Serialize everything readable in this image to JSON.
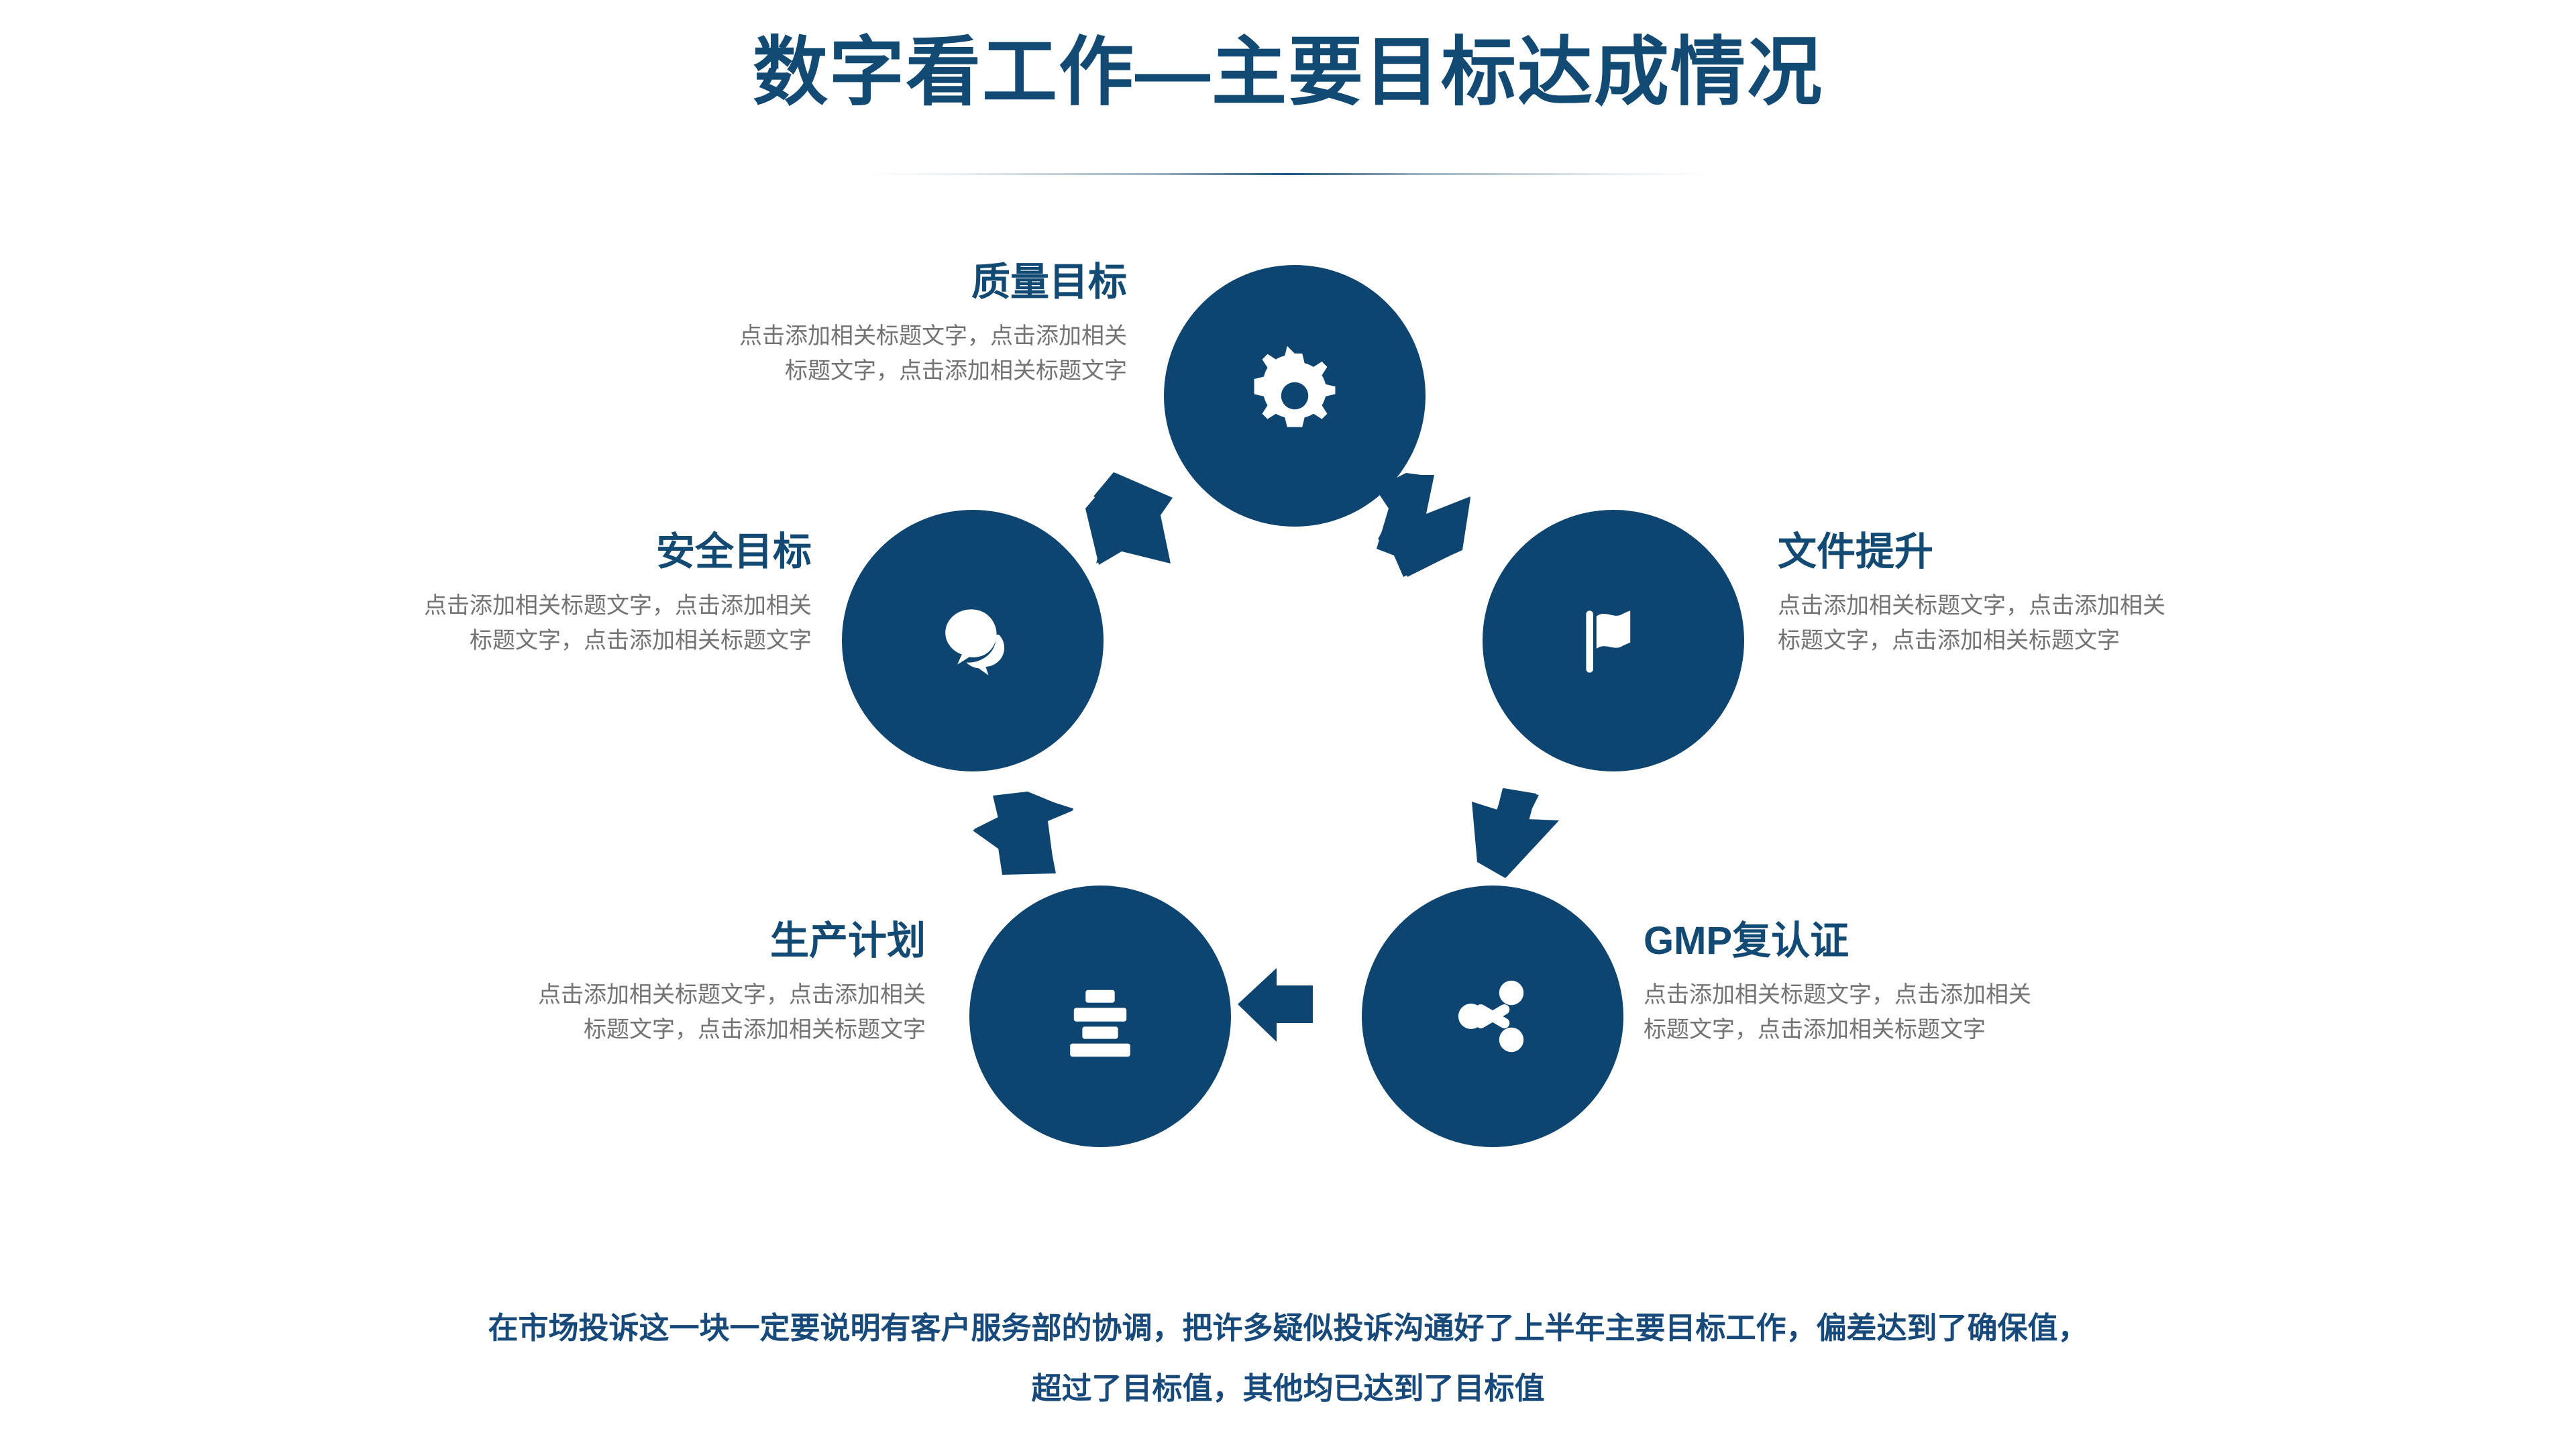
{
  "slide": {
    "title": "数字看工作—主要目标达成情况",
    "accent_color": "#0E4470",
    "heading_color": "#124A74",
    "body_color": "#737373",
    "caption_color": "#17497A",
    "background_color": "#FFFFFF"
  },
  "nodes": [
    {
      "key": "quality",
      "heading": "质量目标",
      "icon": "gear-icon",
      "body_line1": "点击添加相关标题文字，点击添加相关",
      "body_line2": "标题文字，点击添加相关标题文字"
    },
    {
      "key": "document",
      "heading": "文件提升",
      "icon": "flag-icon",
      "body_line1": "点击添加相关标题文字，点击添加相关",
      "body_line2": "标题文字，点击添加相关标题文字"
    },
    {
      "key": "gmp",
      "heading": "GMP复认证",
      "icon": "share-icon",
      "body_line1": "点击添加相关标题文字，点击添加相关",
      "body_line2": "标题文字，点击添加相关标题文字"
    },
    {
      "key": "plan",
      "heading": "生产计划",
      "icon": "align-center-icon",
      "body_line1": "点击添加相关标题文字，点击添加相关",
      "body_line2": "标题文字，点击添加相关标题文字"
    },
    {
      "key": "safety",
      "heading": "安全目标",
      "icon": "chat-bubbles-icon",
      "body_line1": "点击添加相关标题文字，点击添加相关",
      "body_line2": "标题文字，点击添加相关标题文字"
    }
  ],
  "arrows": [
    {
      "key": "safety-to-quality",
      "direction": "up-right"
    },
    {
      "key": "quality-to-document",
      "direction": "down-right"
    },
    {
      "key": "document-to-gmp",
      "direction": "down-left"
    },
    {
      "key": "gmp-to-plan",
      "direction": "left"
    },
    {
      "key": "plan-to-safety",
      "direction": "up-left"
    }
  ],
  "caption": {
    "line1": "在市场投诉这一块一定要说明有客户服务部的协调，把许多疑似投诉沟通好了上半年主要目标工作，偏差达到了确保值，",
    "line2": "超过了目标值，其他均已达到了目标值"
  }
}
